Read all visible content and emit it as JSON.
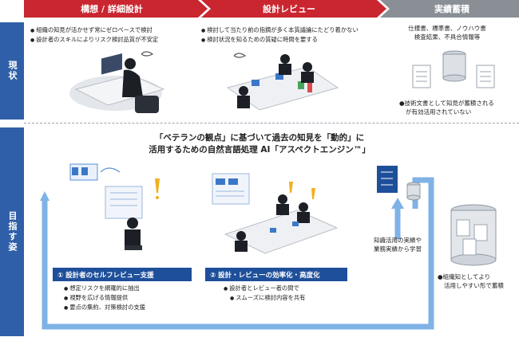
{
  "phases": [
    "構想 / 詳細設計",
    "設計レビュー",
    "実績蓄積"
  ],
  "rows": [
    "現状",
    "目指す姿"
  ],
  "current": {
    "design_bullets": [
      "組織の知見が活かせず常にゼロベースで検討",
      "設計者のスキルによりリスク検討品質が不安定"
    ],
    "review_bullets": [
      "検討して当たり前の指摘が多く本質議論にたどり着かない",
      "検討状況を知るための質疑に時間を要する"
    ],
    "docs_line1": "仕様書、標準書、ノウハウ書",
    "docs_line2": "検査結果、不具合情報等",
    "docs_note": [
      "技術文書として知見が蓄積される",
      "が有効活用されていない"
    ]
  },
  "future": {
    "headline_1": "「ベテランの観点」に基づいて過去の知見を「動的」に",
    "headline_2": "活用するための自然言語処理 AI「アスペクトエンジン™」",
    "box1_title": "① 設計者のセルフレビュー支援",
    "box1_bullets": [
      "想定リスクを網羅的に抽出",
      "視野を広げる情報提供",
      "要点の集約、対策検討の支援"
    ],
    "box2_title": "② 設計・レビューの効率化・高度化",
    "box2_bullets": [
      "設計者とレビュー者の間で",
      "スムーズに検討内容を共有"
    ],
    "learn_1": "知識活用の実績や",
    "learn_2": "業務実績から学習",
    "store_note": [
      "組織知としてより",
      "活用しやすい形で蓄積"
    ]
  }
}
